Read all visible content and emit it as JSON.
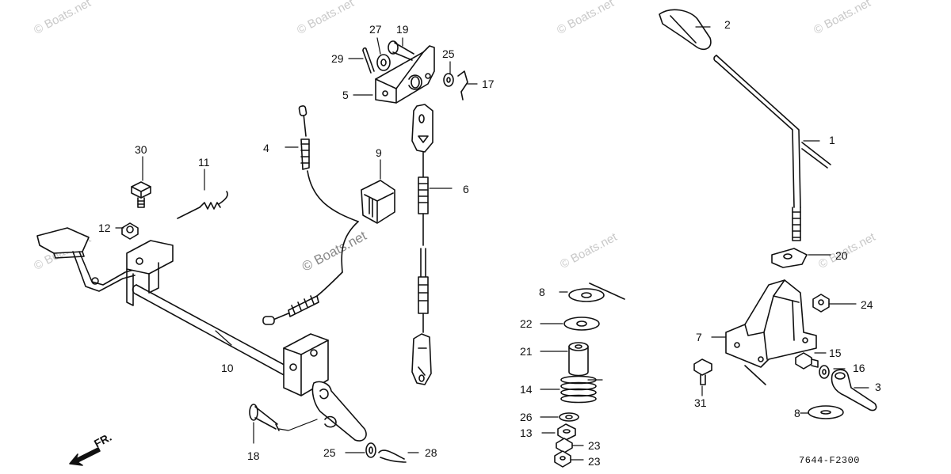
{
  "watermark": "© Boats.net",
  "drawing_code": "7644-F2300",
  "direction_label": "FR.",
  "parts": {
    "p1": "1",
    "p2": "2",
    "p3": "3",
    "p4": "4",
    "p5": "5",
    "p6": "6",
    "p7": "7",
    "p8a": "8",
    "p8b": "8",
    "p9": "9",
    "p10": "10",
    "p11": "11",
    "p12": "12",
    "p13": "13",
    "p14": "14",
    "p15": "15",
    "p16": "16",
    "p17": "17",
    "p18": "18",
    "p19": "19",
    "p20": "20",
    "p21": "21",
    "p22": "22",
    "p23a": "23",
    "p23b": "23",
    "p24": "24",
    "p25a": "25",
    "p25b": "25",
    "p26": "26",
    "p27": "27",
    "p28": "28",
    "p29": "29",
    "p30": "30",
    "p31": "31"
  }
}
